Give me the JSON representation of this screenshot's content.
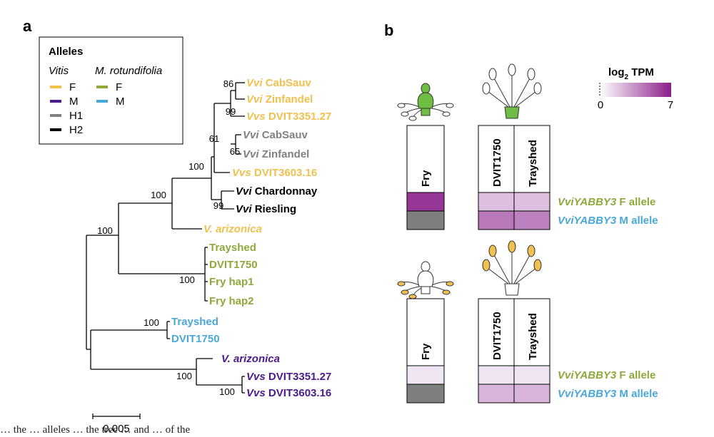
{
  "panels": {
    "a": "a",
    "b": "b"
  },
  "legend": {
    "title": "Alleles",
    "vitis_heading": "Vitis",
    "muscadinia_heading": "M. rotundifolia",
    "vitis_items": [
      {
        "label": "F",
        "color": "#f0c050"
      },
      {
        "label": "M",
        "color": "#4b1a8c"
      },
      {
        "label": "H1",
        "color": "#808080"
      },
      {
        "label": "H2",
        "color": "#000000"
      }
    ],
    "muscadinia_items": [
      {
        "label": "F",
        "color": "#8fa83a"
      },
      {
        "label": "M",
        "color": "#4aa8d8"
      }
    ]
  },
  "tree": {
    "scale_label": "0.005",
    "bootstrap": [
      "86",
      "99",
      "61",
      "65",
      "100",
      "100",
      "99",
      "100",
      "100",
      "100",
      "100",
      "100"
    ],
    "leaves": [
      {
        "prefix": "Vvi",
        "name": "CabSauv",
        "color": "#f0c050"
      },
      {
        "prefix": "Vvi",
        "name": "Zinfandel",
        "color": "#f0c050"
      },
      {
        "prefix": "Vvs",
        "name": "DVIT3351.27",
        "color": "#f0c050"
      },
      {
        "prefix": "Vvi",
        "name": "CabSauv",
        "color": "#808080"
      },
      {
        "prefix": "Vvi",
        "name": "Zinfandel",
        "color": "#808080"
      },
      {
        "prefix": "Vvs",
        "name": "DVIT3603.16",
        "color": "#f0c050"
      },
      {
        "prefix": "Vvi",
        "name": "Chardonnay",
        "color": "#000000"
      },
      {
        "prefix": "Vvi",
        "name": "Riesling",
        "color": "#000000"
      },
      {
        "prefix": "",
        "name": "V. arizonica",
        "color": "#f0c050"
      },
      {
        "prefix": "",
        "name": "Trayshed",
        "color": "#8fa83a"
      },
      {
        "prefix": "",
        "name": "DVIT1750",
        "color": "#8fa83a"
      },
      {
        "prefix": "",
        "name": "Fry hap1",
        "color": "#8fa83a"
      },
      {
        "prefix": "",
        "name": "Fry hap2",
        "color": "#8fa83a"
      },
      {
        "prefix": "",
        "name": "Trayshed",
        "color": "#4aa8d8"
      },
      {
        "prefix": "",
        "name": "DVIT1750",
        "color": "#4aa8d8"
      },
      {
        "prefix": "",
        "name": "V. arizonica",
        "color": "#4b1a8c"
      },
      {
        "prefix": "Vvs",
        "name": "DVIT3351.27",
        "color": "#4b1a8c"
      },
      {
        "prefix": "Vvs",
        "name": "DVIT3603.16",
        "color": "#4b1a8c"
      }
    ]
  },
  "heatmap": {
    "scale_title_pre": "log",
    "scale_title_sub": "2",
    "scale_title_post": " TPM",
    "scale_min": "0",
    "scale_max": "7",
    "colors": {
      "low": "#f5eef8",
      "high": "#8a1f8a",
      "na": "#7f7f7f"
    },
    "row_label_italic": "VviYABBY3",
    "row_labels": [
      " F allele",
      " M allele"
    ],
    "row_label_colors": [
      "#8fa83a",
      "#4aa8d8"
    ],
    "groups": [
      {
        "female_sample": "Fry",
        "male_samples": [
          "DVIT1750",
          "Trayshed"
        ],
        "female_values": [
          6.2,
          null
        ],
        "male_values": [
          [
            1.6,
            1.6
          ],
          [
            4.0,
            3.7
          ]
        ]
      },
      {
        "female_sample": "Fry",
        "male_samples": [
          "DVIT1750",
          "Trayshed"
        ],
        "female_values": [
          0.3,
          null
        ],
        "male_values": [
          [
            0.3,
            0.3
          ],
          [
            1.9,
            1.9
          ]
        ]
      }
    ]
  },
  "caption_fragment": "… the … alleles … the tree … and … of the"
}
